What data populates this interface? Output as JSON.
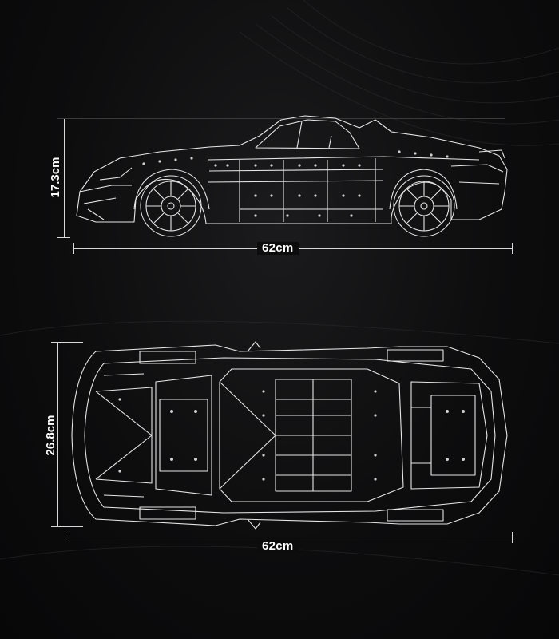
{
  "side_view": {
    "height_label": "17.3cm",
    "length_label": "62cm"
  },
  "top_view": {
    "width_label": "26.8cm",
    "length_label": "62cm"
  },
  "colors": {
    "background": "#0b0b0c",
    "line": "#e6e6e6",
    "text": "#ffffff"
  }
}
